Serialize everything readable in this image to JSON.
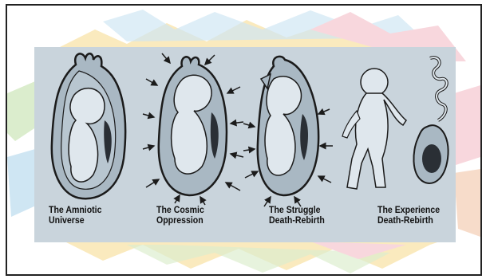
{
  "figure": {
    "panels": [
      {
        "label": "The Amniotic\nUniverse"
      },
      {
        "label": "The Cosmic\nOppression"
      },
      {
        "label": "The Struggle\nDeath-Rebirth"
      },
      {
        "label": "The Experience\nDeath-Rebirth"
      }
    ]
  },
  "colors": {
    "panel_background": "#c9d4dc",
    "womb_fill": "#a9b8c3",
    "body_fill": "#dfe7ed",
    "line": "#1b1b1b",
    "frame_border": "#222222",
    "accents": [
      "#f4b7c3",
      "#f7d98a",
      "#bfe0a6",
      "#a9d3ea",
      "#f2c0a0"
    ]
  }
}
